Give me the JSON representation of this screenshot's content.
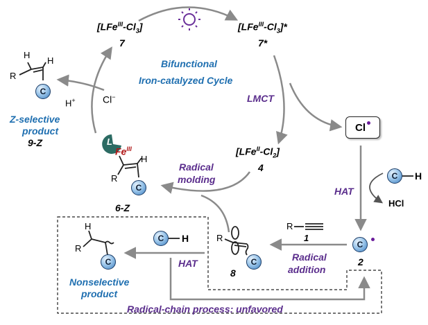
{
  "catalyst": {
    "fe3": {
      "prefix": "[LFe",
      "ox": "III",
      "mid": "-Cl",
      "sub": "3",
      "suffix": "]",
      "num": "7"
    },
    "fe3_star": {
      "prefix": "[LFe",
      "ox": "III",
      "mid": "-Cl",
      "sub": "3",
      "suffix": "]*",
      "num": "7*"
    },
    "fe2": {
      "prefix": "[LFe",
      "ox": "II",
      "mid": "-Cl",
      "sub": "2",
      "suffix": "]",
      "num": "4"
    },
    "fe_vinyl": {
      "ligand": "L",
      "fe": "Fe",
      "ox": "III",
      "num": "6-Z"
    }
  },
  "cycle_title": [
    "Bifunctional",
    "Iron-catalyzed Cycle"
  ],
  "labels": {
    "lmct": "LMCT",
    "radical_molding": [
      "Radical",
      "molding"
    ],
    "hat": "HAT",
    "hat2": "HAT",
    "radical_addition": [
      "Radical",
      "addition"
    ],
    "chain": "Radical-chain process: unfavored",
    "z_product": [
      "Z-selective",
      "product",
      "9-Z"
    ],
    "nonselective": [
      "Nonselective",
      "product"
    ]
  },
  "species": {
    "cl_radical": "Cl",
    "hplus": "H",
    "hplus_sup": "+",
    "cl_minus": "Cl",
    "cl_minus_sup": "−",
    "hcl": "HCl",
    "alkyne_num": "1",
    "radical_num": "2",
    "vinyl_num": "8",
    "ch_h": "H",
    "ch_h2": "H",
    "h_atom": "H",
    "r_group": "R",
    "ball": "C"
  },
  "colors": {
    "blue": "#1f6fb0",
    "purple": "#5a2d8c",
    "iron_red": "#b01818",
    "arrow_gray": "#888888"
  }
}
